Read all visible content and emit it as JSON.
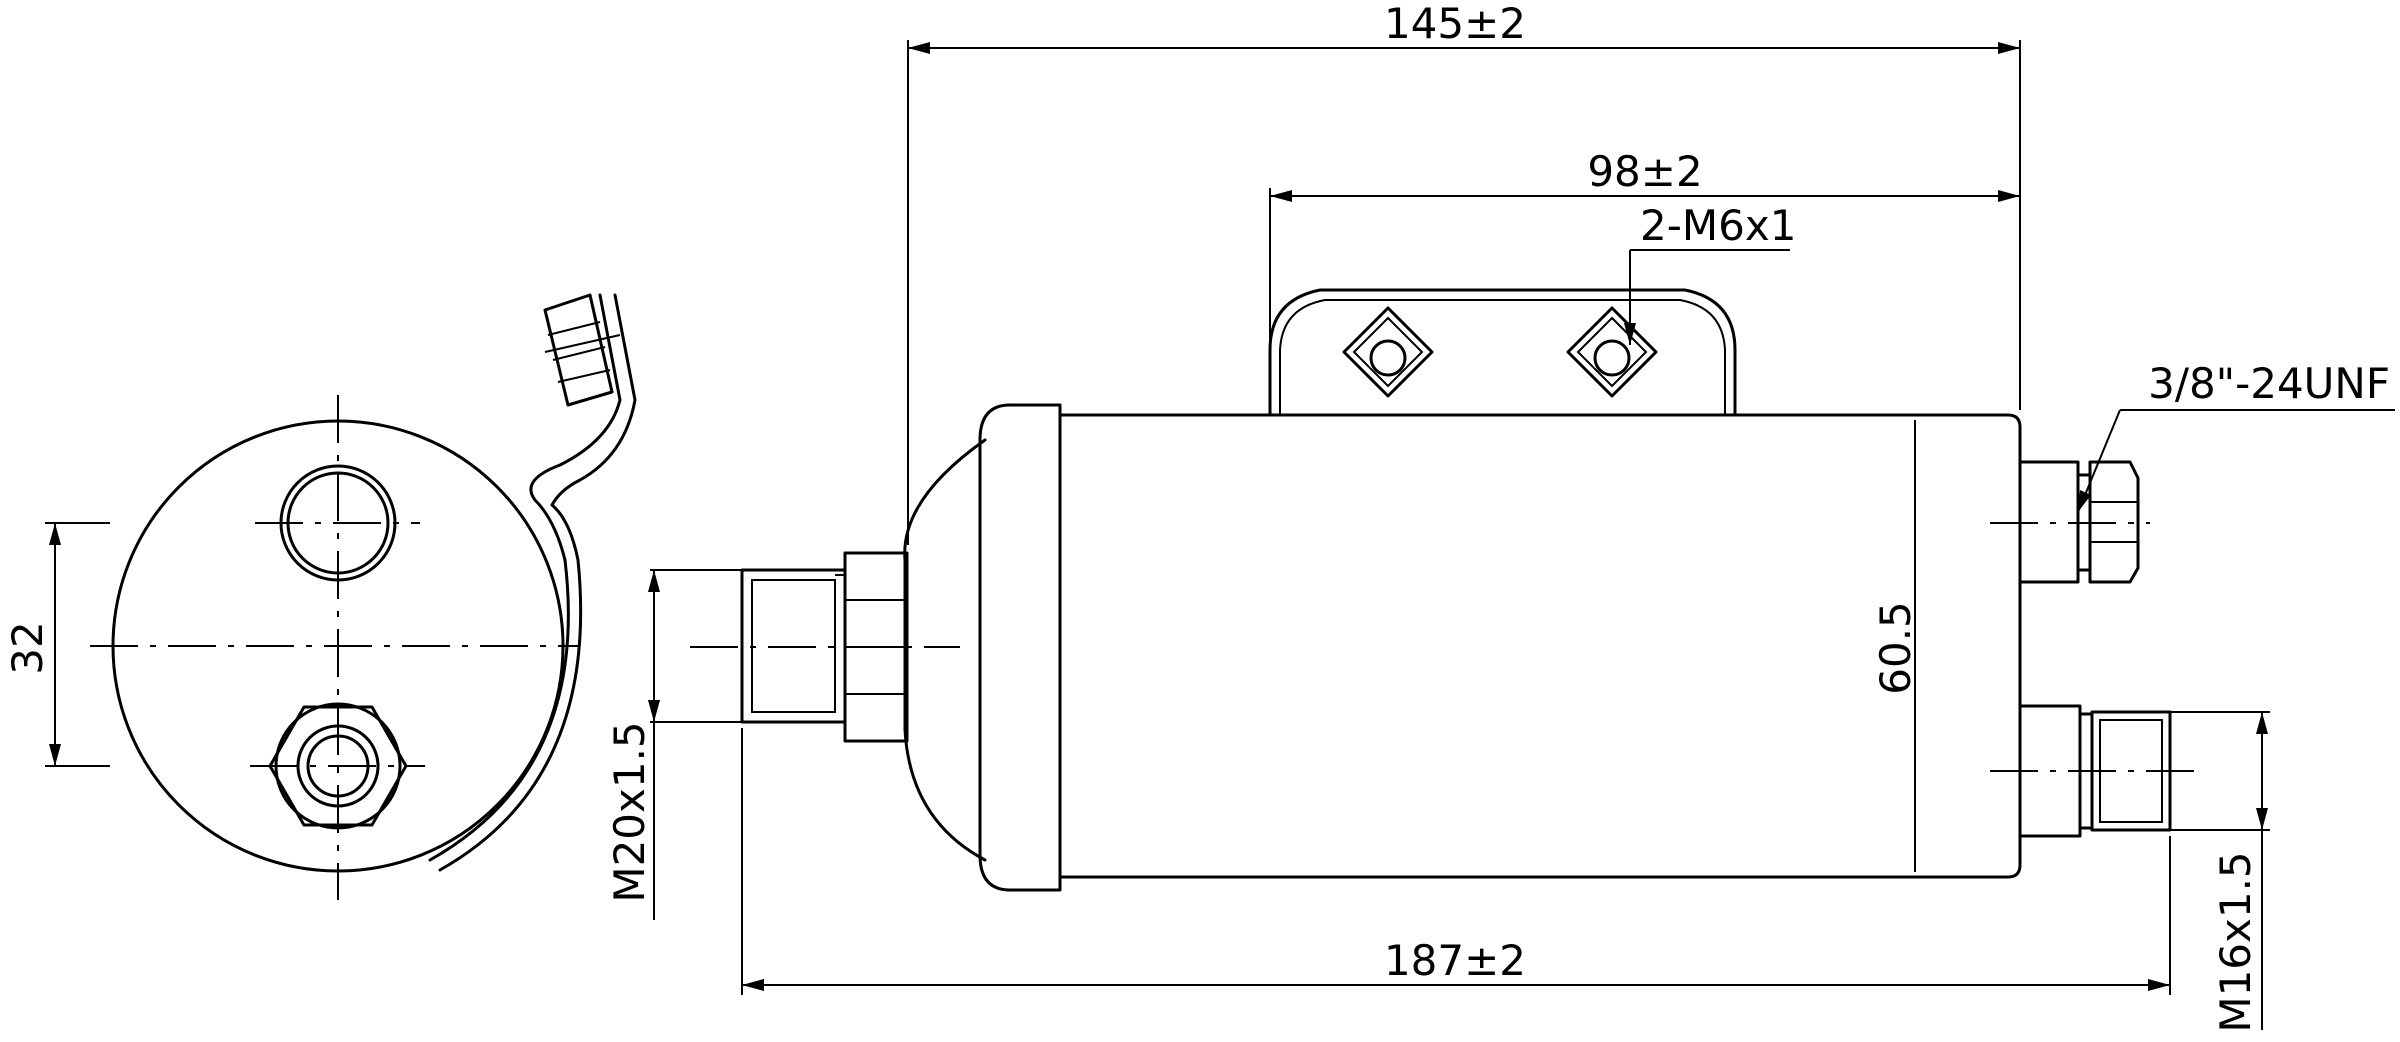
{
  "dimensions": {
    "overall_body": "145±2",
    "bracket_width": "98±2",
    "bracket_threads": "2-M6x1",
    "outlet_thread_top": "3/8\"-24UNF",
    "body_diameter": "60.5",
    "port_spacing": "32",
    "inlet_thread": "M20x1.5",
    "outlet_thread_bottom": "M16x1.5",
    "overall_length": "187±2"
  }
}
